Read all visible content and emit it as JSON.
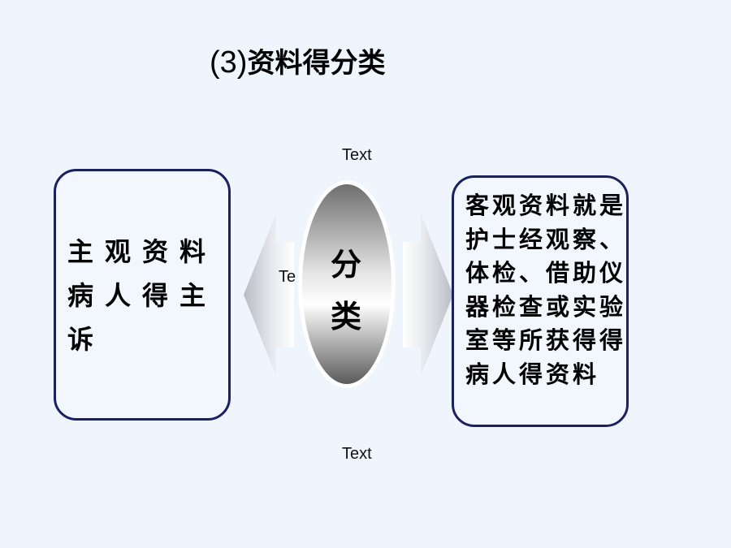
{
  "title": {
    "number": "(3)",
    "text": "资料得分类"
  },
  "labels": {
    "top": "Text",
    "bottom": "Text",
    "middle": "Te"
  },
  "center": {
    "line1": "分",
    "line2": "类"
  },
  "left_box": {
    "text": "主观资料病人得主诉"
  },
  "right_box": {
    "text": "客观资料就是护士经观察、体检、借助仪器检查或实验室等所获得得病人得资料"
  },
  "colors": {
    "border": "#1a2065",
    "background": "#eef5fd"
  }
}
